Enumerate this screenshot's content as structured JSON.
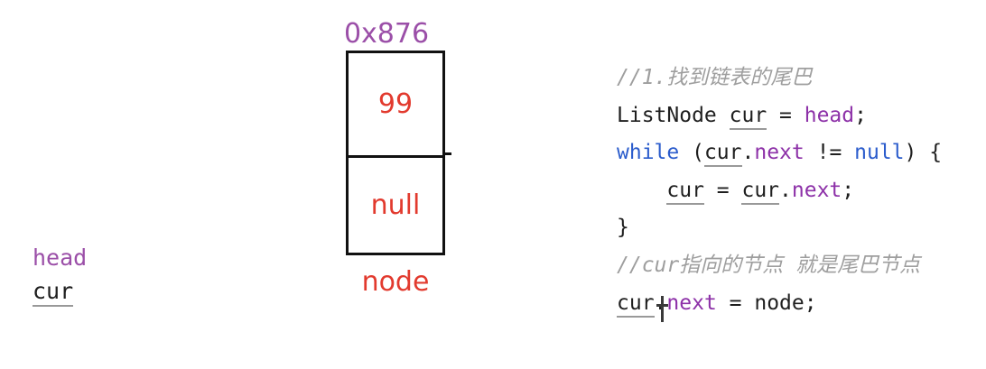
{
  "colors": {
    "purple_label": "#9b4fa8",
    "purple_code": "#8d31a8",
    "blue": "#2b5ccc",
    "red": "#e23a2e",
    "comment_gray": "#9e9e9e",
    "code_black": "#1f1f1f",
    "box_border": "#111111",
    "underline_gray": "#999999"
  },
  "icons": {
    "text_cursor": "text-select-cursor"
  },
  "diagram": {
    "pointer_labels": {
      "head": "head",
      "cur": "cur"
    },
    "node": {
      "address": "0x876",
      "value": "99",
      "next": "null",
      "label": "node"
    }
  },
  "code": {
    "lines": [
      [
        {
          "t": "//1.找到链表的尾巴",
          "s": "c"
        }
      ],
      [
        {
          "t": "ListNode ",
          "s": "p"
        },
        {
          "t": "cur",
          "s": "v"
        },
        {
          "t": " = ",
          "s": "p"
        },
        {
          "t": "head",
          "s": "f"
        },
        {
          "t": ";",
          "s": "p"
        }
      ],
      [
        {
          "t": "while",
          "s": "k"
        },
        {
          "t": " (",
          "s": "p"
        },
        {
          "t": "cur",
          "s": "v"
        },
        {
          "t": ".",
          "s": "p"
        },
        {
          "t": "next",
          "s": "f"
        },
        {
          "t": " != ",
          "s": "p"
        },
        {
          "t": "null",
          "s": "k"
        },
        {
          "t": ") {",
          "s": "p"
        }
      ],
      [
        {
          "t": "    ",
          "s": "p"
        },
        {
          "t": "cur",
          "s": "v"
        },
        {
          "t": " = ",
          "s": "p"
        },
        {
          "t": "cur",
          "s": "v"
        },
        {
          "t": ".",
          "s": "p"
        },
        {
          "t": "next",
          "s": "f"
        },
        {
          "t": ";",
          "s": "p"
        }
      ],
      [
        {
          "t": "}",
          "s": "p"
        }
      ],
      [
        {
          "t": "//cur指向的节点 就是尾巴节点",
          "s": "c"
        }
      ],
      [
        {
          "t": "cur",
          "s": "v"
        },
        {
          "t": ".",
          "s": "p"
        },
        {
          "t": "next",
          "s": "f"
        },
        {
          "t": " = ",
          "s": "p"
        },
        {
          "t": "node",
          "s": "p"
        },
        {
          "t": ";",
          "s": "p"
        }
      ]
    ]
  }
}
